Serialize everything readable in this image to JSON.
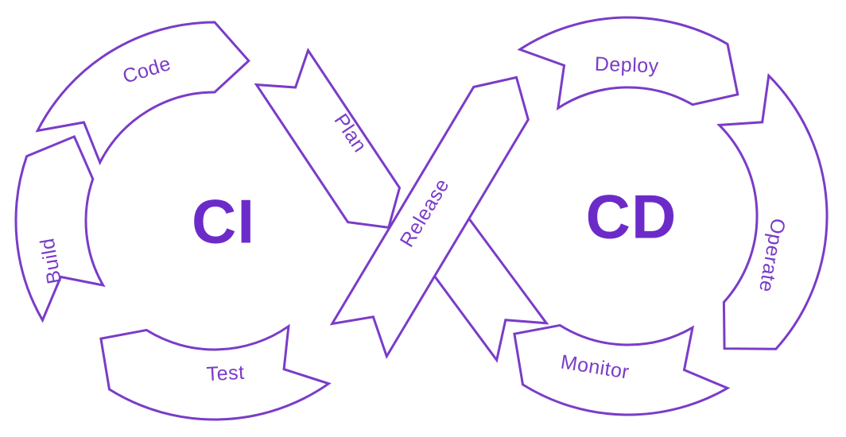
{
  "diagram": {
    "type": "devops-infinity-loop",
    "left_loop_title": "CI",
    "right_loop_title": "CD",
    "stages": {
      "code": "Code",
      "plan": "Plan",
      "build": "Build",
      "test": "Test",
      "release": "Release",
      "deploy": "Deploy",
      "operate": "Operate",
      "monitor": "Monitor"
    },
    "colors": {
      "accent": "#7A3CC8",
      "title": "#6C2BC9",
      "background": "#FFFFFF"
    }
  }
}
